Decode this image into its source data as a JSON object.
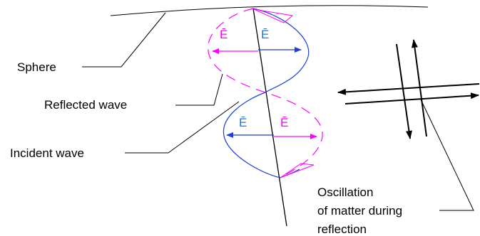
{
  "labels": {
    "sphere": "Sphere",
    "reflected_wave": "Reflected wave",
    "incident_wave": "Incident wave",
    "oscillation_line1": "Oscillation",
    "oscillation_line2": "of matter during",
    "oscillation_line3": "reflection"
  },
  "field_symbol": "Ē",
  "colors": {
    "incident": "#1f3fd6",
    "incident_label": "#1f78c8",
    "reflected": "#ff00ff",
    "lines": "#000000"
  }
}
